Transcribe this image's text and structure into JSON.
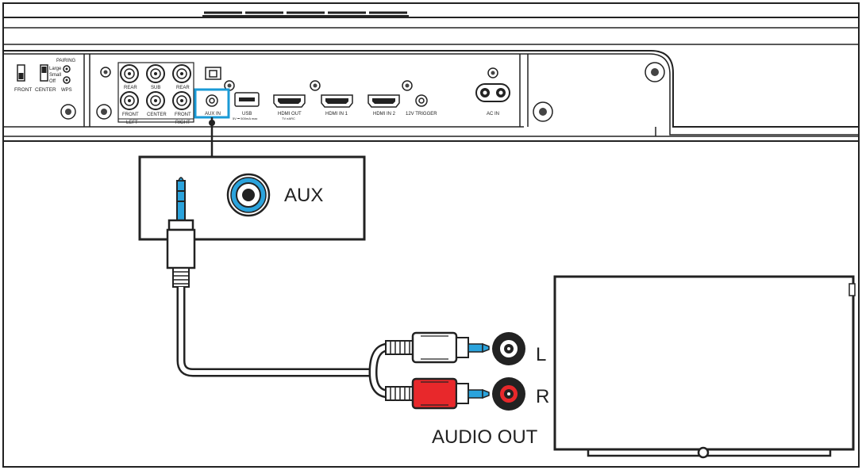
{
  "panel": {
    "speaker_switch": {
      "front": "FRONT",
      "center": "CENTER"
    },
    "pairing": {
      "label": "PAIRING",
      "large": "Large",
      "small": "Small",
      "off": "Off",
      "wps": "WPS"
    },
    "rca_jacks": {
      "rear_left": "REAR",
      "sub": "SUB",
      "rear_right": "REAR",
      "front_left": "FRONT",
      "center": "CENTER",
      "front_right": "FRONT",
      "group_left": "LEFT",
      "group_right": "RIGHT"
    },
    "ports": {
      "aux_in": "AUX IN",
      "usb": "USB",
      "usb_sub": "5V ⎓ 500mA max",
      "hdmi_out": "HDMI OUT",
      "hdmi_out_sub": "TV eARC",
      "hdmi_in_1": "HDMI IN 1",
      "hdmi_in_2": "HDMI IN 2",
      "trigger": "12V TRIGGER",
      "ac_in": "AC IN"
    }
  },
  "callout": {
    "label": "AUX"
  },
  "tv": {
    "left_label": "L",
    "right_label": "R",
    "audio_out_label": "AUDIO OUT"
  },
  "colors": {
    "highlight": "#1a9ad6",
    "jack_blue": "#2ba3dc",
    "white_plug": "#ffffff",
    "red_plug": "#e8282b",
    "outline": "#222222"
  }
}
